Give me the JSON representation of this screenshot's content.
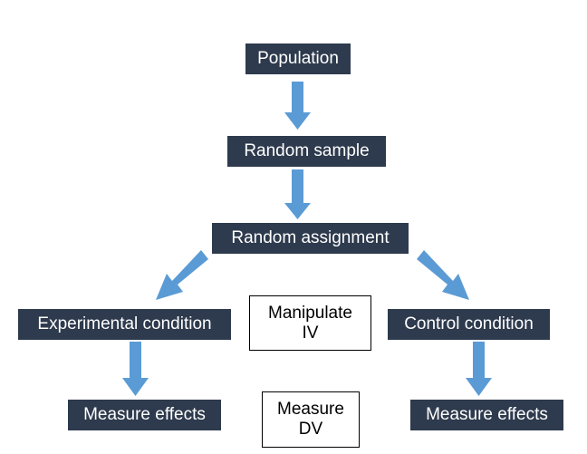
{
  "nodes": {
    "population": "Population",
    "random_sample": "Random sample",
    "random_assignment": "Random assignment",
    "experimental_condition": "Experimental condition",
    "control_condition": "Control condition",
    "measure_effects_left": "Measure effects",
    "measure_effects_right": "Measure effects",
    "manipulate_iv": {
      "line1": "Manipulate",
      "line2": "IV"
    },
    "measure_dv": {
      "line1": "Measure",
      "line2": "DV"
    }
  },
  "colors": {
    "box_fill": "#2e3a4d",
    "box_text": "#ffffff",
    "arrow": "#5b9bd5"
  }
}
